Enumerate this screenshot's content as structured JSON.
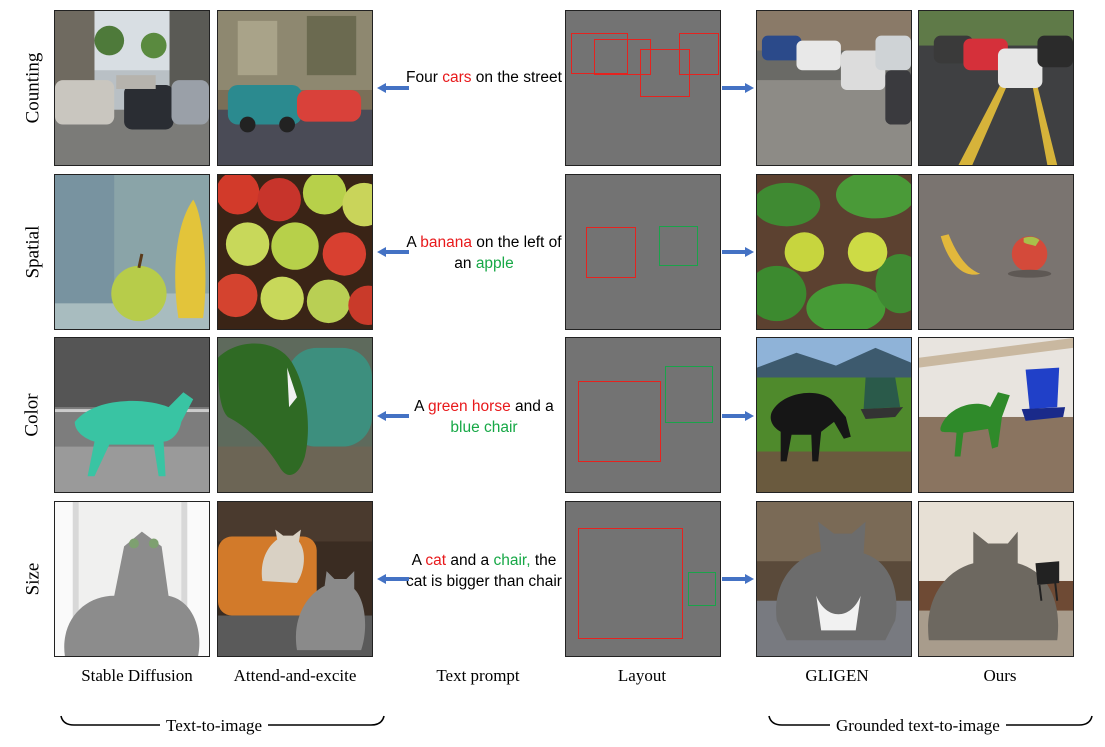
{
  "rows": [
    {
      "label": "Counting",
      "prompt": [
        {
          "t": "Four ",
          "c": ""
        },
        {
          "t": "cars",
          "c": "red"
        },
        {
          "t": " on the street",
          "c": ""
        }
      ]
    },
    {
      "label": "Spatial",
      "prompt": [
        {
          "t": "A ",
          "c": ""
        },
        {
          "t": "banana",
          "c": "red"
        },
        {
          "t": " on the left of an ",
          "c": ""
        },
        {
          "t": "apple",
          "c": "green"
        }
      ]
    },
    {
      "label": "Color",
      "prompt": [
        {
          "t": "A ",
          "c": ""
        },
        {
          "t": "green horse",
          "c": "red"
        },
        {
          "t": " and a ",
          "c": ""
        },
        {
          "t": "blue chair",
          "c": "green"
        }
      ]
    },
    {
      "label": "Size",
      "prompt": [
        {
          "t": "A ",
          "c": ""
        },
        {
          "t": "cat",
          "c": "red"
        },
        {
          "t": " and a ",
          "c": ""
        },
        {
          "t": "chair,",
          "c": "green"
        },
        {
          "t": " the cat is bigger than chair",
          "c": ""
        }
      ]
    }
  ],
  "columns": {
    "stable_diffusion": "Stable Diffusion",
    "attend_and_excite": "Attend-and-excite",
    "text_prompt": "Text prompt",
    "layout": "Layout",
    "gligen": "GLIGEN",
    "ours": "Ours"
  },
  "groups": {
    "text_to_image": "Text-to-image",
    "grounded": "Grounded text-to-image"
  },
  "colors": {
    "box_red": "#e5231f",
    "box_green": "#1aa34a",
    "layout_bg": "#737373",
    "arrow": "#4472c4"
  }
}
